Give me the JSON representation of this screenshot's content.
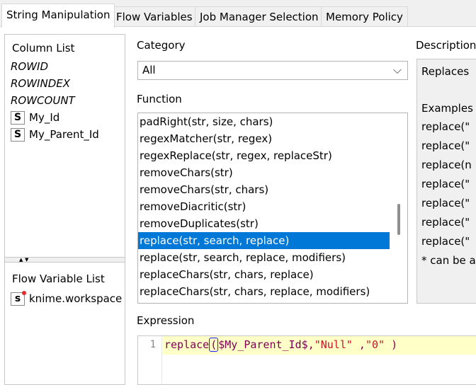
{
  "tabs": [
    "String Manipulation",
    "Flow Variables",
    "Job Manager Selection",
    "Memory Policy"
  ],
  "column_list": {
    "title": "Column List",
    "special_columns": [
      "ROWID",
      "ROWINDEX",
      "ROWCOUNT"
    ],
    "columns": [
      {
        "type_icon": "S",
        "name": "My_Id"
      },
      {
        "type_icon": "S",
        "name": "My_Parent_Id"
      }
    ]
  },
  "flow_variable_list": {
    "title": "Flow Variable List",
    "variables": [
      {
        "type_icon": "s",
        "name": "knime.workspace"
      }
    ]
  },
  "category": {
    "label": "Category",
    "selected": "All"
  },
  "function": {
    "label": "Function",
    "items": [
      "padRight(str, size, chars)",
      "regexMatcher(str, regex)",
      "regexReplace(str, regex, replaceStr)",
      "removeChars(str)",
      "removeChars(str, chars)",
      "removeDiacritic(str)",
      "removeDuplicates(str)",
      "replace(str, search, replace)",
      "replace(str, search, replace, modifiers)",
      "replaceChars(str, chars, replace)",
      "replaceChars(str, chars, replace, modifiers)"
    ],
    "selected_index": 7
  },
  "description": {
    "label": "Description",
    "lines": [
      "Replaces",
      "",
      "Examples",
      "replace(\"",
      "replace(\"",
      "replace(n",
      "replace(\"",
      "replace(\"",
      "replace(\"",
      "replace(\"",
      "* can be a"
    ]
  },
  "expression": {
    "label": "Expression",
    "line_number": "1",
    "fn": "replace",
    "open_paren": "(",
    "arg_var": "$My_Parent_Id$",
    "comma1": ",",
    "arg_search": "\"Null\"",
    "sep2": " ,",
    "arg_replace": "\"0\"",
    "close": " )"
  },
  "colors": {
    "selection": "#0078d7",
    "current_line": "#ffffc8"
  }
}
